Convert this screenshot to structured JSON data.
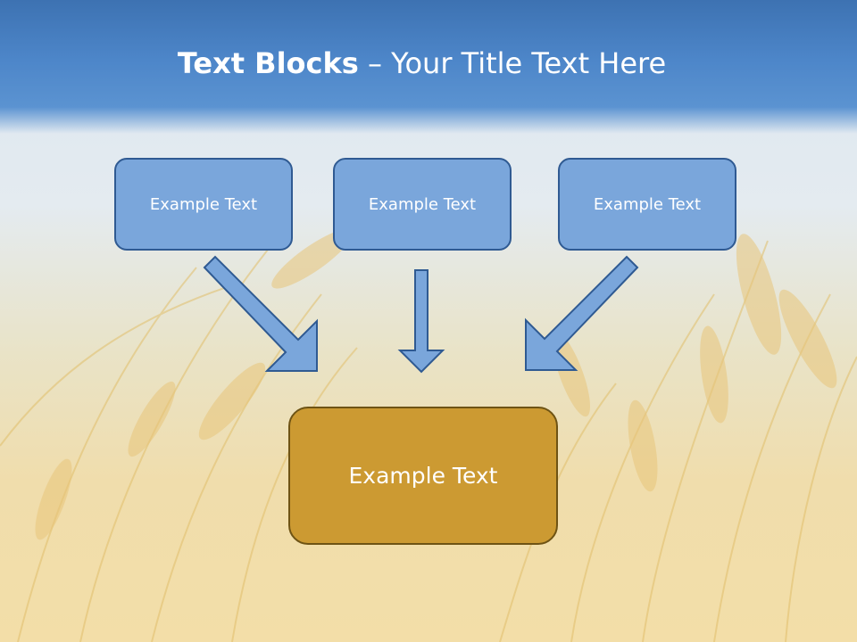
{
  "title": {
    "bold_part": "Text Blocks",
    "rest": " – Your Title Text Here"
  },
  "blocks": [
    {
      "label": "Example Text"
    },
    {
      "label": "Example Text"
    },
    {
      "label": "Example Text"
    }
  ],
  "target": {
    "label": "Example Text"
  },
  "colors": {
    "title_band": "#4d86c9",
    "block_fill": "#7aa6db",
    "block_border": "#2f5a92",
    "target_fill": "#cc9a32",
    "target_border": "#6e5314",
    "arrow_fill": "#7aa6db"
  }
}
